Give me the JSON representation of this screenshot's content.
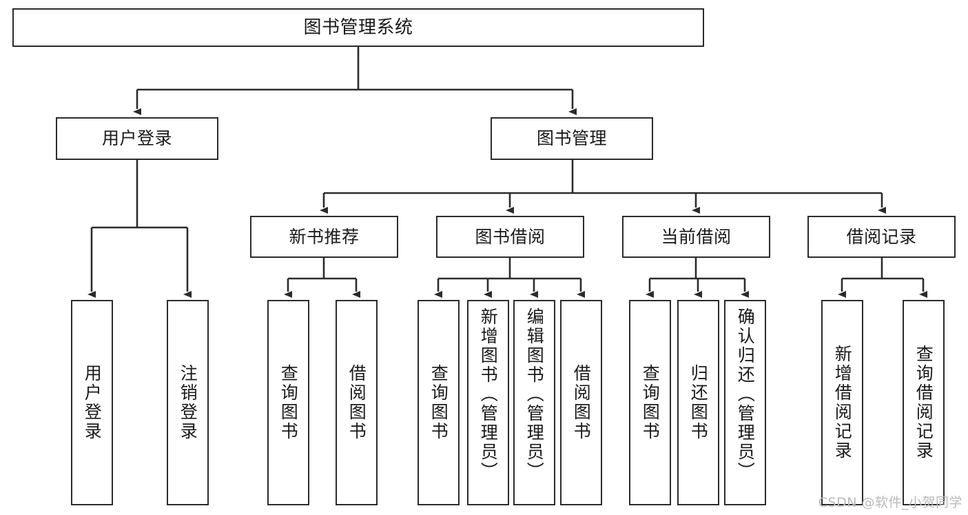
{
  "diagram": {
    "title": "图书管理系统",
    "type": "hierarchy-tree",
    "watermark": "CSDN @软件_小贺同学",
    "colors": {
      "stroke": "#2b2b2b",
      "fill": "#ffffff",
      "text": "#1a1a1a",
      "watermark": "#b9b9b9"
    },
    "levels": {
      "level0": [
        "图书管理系统"
      ],
      "level1": [
        "用户登录",
        "图书管理"
      ],
      "level2": [
        "新书推荐",
        "图书借阅",
        "当前借阅",
        "借阅记录"
      ],
      "level3": [
        "用户登录",
        "注销登录",
        "查询图书",
        "借阅图书",
        "查询图书",
        "新增图书（管理员）",
        "编辑图书（管理员）",
        "借阅图书",
        "查询图书",
        "归还图书",
        "确认归还（管理员）",
        "新增借阅记录",
        "查询借阅记录"
      ]
    },
    "nodes": {
      "root": {
        "label": "图书管理系统"
      },
      "user_login": {
        "label": "用户登录"
      },
      "book_mgmt": {
        "label": "图书管理"
      },
      "new_book_rec": {
        "label": "新书推荐"
      },
      "book_borrow": {
        "label": "图书借阅"
      },
      "current_borrow": {
        "label": "当前借阅"
      },
      "borrow_record": {
        "label": "借阅记录"
      },
      "leaf_user_login": {
        "label": "用户登录"
      },
      "leaf_logout": {
        "label": "注销登录"
      },
      "leaf_query_book_1": {
        "label": "查询图书"
      },
      "leaf_borrow_book_1": {
        "label": "借阅图书"
      },
      "leaf_query_book_2": {
        "label": "查询图书"
      },
      "leaf_add_book": {
        "label": "新增图书（管理员）"
      },
      "leaf_edit_book": {
        "label": "编辑图书（管理员）"
      },
      "leaf_borrow_book_2": {
        "label": "借阅图书"
      },
      "leaf_query_book_3": {
        "label": "查询图书"
      },
      "leaf_return_book": {
        "label": "归还图书"
      },
      "leaf_confirm_return": {
        "label": "确认归还（管理员）"
      },
      "leaf_add_record": {
        "label": "新增借阅记录"
      },
      "leaf_query_record": {
        "label": "查询借阅记录"
      }
    },
    "edges": [
      {
        "from": "root",
        "to": "user_login"
      },
      {
        "from": "root",
        "to": "book_mgmt"
      },
      {
        "from": "user_login",
        "to": "leaf_user_login"
      },
      {
        "from": "user_login",
        "to": "leaf_logout"
      },
      {
        "from": "book_mgmt",
        "to": "new_book_rec"
      },
      {
        "from": "book_mgmt",
        "to": "book_borrow"
      },
      {
        "from": "book_mgmt",
        "to": "current_borrow"
      },
      {
        "from": "book_mgmt",
        "to": "borrow_record"
      },
      {
        "from": "new_book_rec",
        "to": "leaf_query_book_1"
      },
      {
        "from": "new_book_rec",
        "to": "leaf_borrow_book_1"
      },
      {
        "from": "book_borrow",
        "to": "leaf_query_book_2"
      },
      {
        "from": "book_borrow",
        "to": "leaf_add_book"
      },
      {
        "from": "book_borrow",
        "to": "leaf_edit_book"
      },
      {
        "from": "book_borrow",
        "to": "leaf_borrow_book_2"
      },
      {
        "from": "current_borrow",
        "to": "leaf_query_book_3"
      },
      {
        "from": "current_borrow",
        "to": "leaf_return_book"
      },
      {
        "from": "current_borrow",
        "to": "leaf_confirm_return"
      },
      {
        "from": "borrow_record",
        "to": "leaf_add_record"
      },
      {
        "from": "borrow_record",
        "to": "leaf_query_record"
      }
    ]
  }
}
